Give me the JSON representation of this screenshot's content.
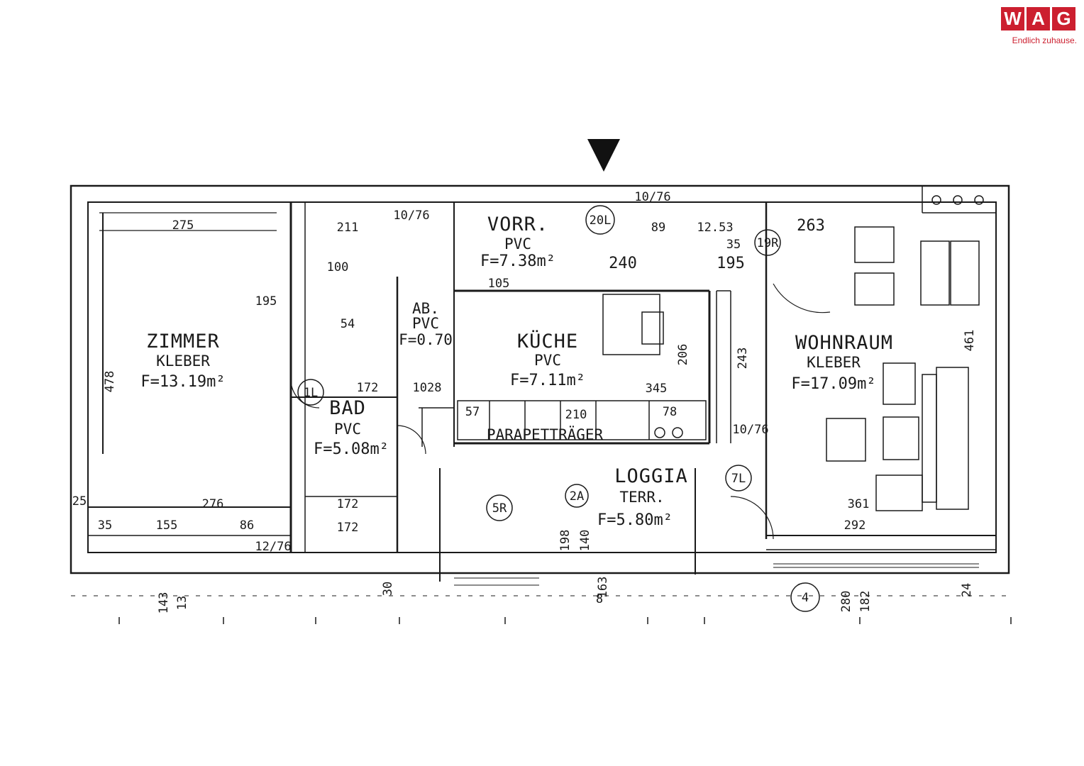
{
  "brand": {
    "letters": [
      "W",
      "A",
      "G"
    ],
    "tagline": "Endlich zuhause.",
    "color": "#cc1f2f"
  },
  "rooms": [
    {
      "name": "ZIMMER",
      "material": "KLEBER",
      "area": "F=13.19m²"
    },
    {
      "name": "VORR.",
      "material": "PVC",
      "area": "F=7.38m²"
    },
    {
      "name": "AB.",
      "material": "PVC",
      "area": "F=0.70"
    },
    {
      "name": "KÜCHE",
      "material": "PVC",
      "area": "F=7.11m²"
    },
    {
      "name": "WOHNRAUM",
      "material": "KLEBER",
      "area": "F=17.09m²"
    },
    {
      "name": "BAD",
      "material": "PVC",
      "area": "F=5.08m²"
    },
    {
      "name": "LOGGIA",
      "material": "TERR.",
      "area": "F=5.80m²"
    }
  ],
  "labels": {
    "parapet": "PARAPETTRÄGER"
  },
  "dimensions": {
    "zimmer_top": "275",
    "zimmer_bottom": "276",
    "zimmer_side": "478",
    "vorr_width": "240",
    "vorr_sub": "105",
    "wohn_top": "263",
    "wohn_bottom": "361",
    "wohn_bottom2": "292",
    "kueche_width": "345",
    "kueche_height": "206",
    "wohn_side": "243",
    "bad_width": "172",
    "bad_bottom": "172",
    "bad_bottom2": "172",
    "parapet_dim": "210",
    "d_211": "211",
    "d_100": "100",
    "d_195a": "195",
    "d_195b": "195",
    "d_1076a": "10/76",
    "d_1076b": "10/76",
    "d_1076c": "10/76",
    "d_155": "155",
    "d_86": "86",
    "d_54": "54",
    "d_89": "89",
    "d_1253": "12.53",
    "d_35": "35",
    "d_461": "461",
    "d_198": "198",
    "d_140": "140",
    "d_163": "163",
    "d_30": "30",
    "d_280": "280",
    "d_182": "182",
    "d_57": "57",
    "d_78": "78",
    "d_1028": "1028",
    "d_1276": "12/76",
    "d_143": "143",
    "d_13": "13",
    "d_25": "25",
    "d_35b": "35",
    "d_8": "8",
    "d_24": "24"
  },
  "markers": [
    "20L",
    "19R",
    "2A",
    "5R",
    "7L",
    "1L",
    "4"
  ]
}
